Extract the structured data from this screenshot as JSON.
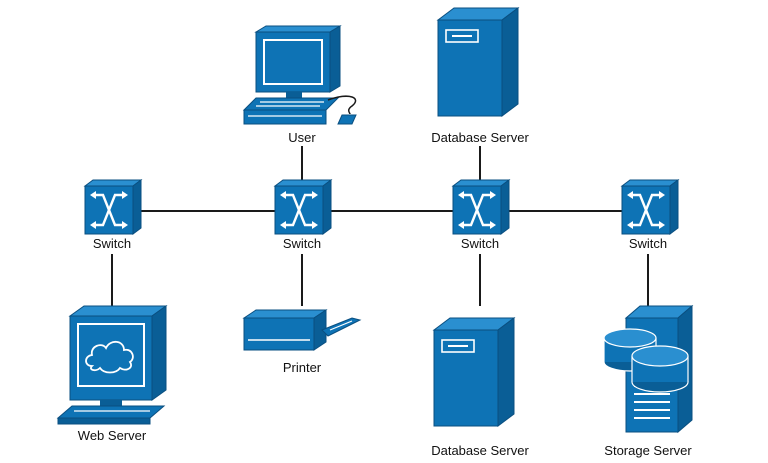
{
  "colors": {
    "device_fill": "#0e73b5",
    "device_edge": "#0a4f80",
    "line": "#1a1a1a"
  },
  "nodes": {
    "user": {
      "label": "User",
      "icon": "desktop-computer-icon"
    },
    "db_top": {
      "label": "Database Server",
      "icon": "server-tower-icon"
    },
    "switch_1": {
      "label": "Switch",
      "icon": "network-switch-icon"
    },
    "switch_2": {
      "label": "Switch",
      "icon": "network-switch-icon"
    },
    "switch_3": {
      "label": "Switch",
      "icon": "network-switch-icon"
    },
    "switch_4": {
      "label": "Switch",
      "icon": "network-switch-icon"
    },
    "web_server": {
      "label": "Web Server",
      "icon": "web-server-monitor-icon"
    },
    "printer": {
      "label": "Printer",
      "icon": "printer-icon"
    },
    "db_bottom": {
      "label": "Database Server",
      "icon": "server-tower-icon"
    },
    "storage": {
      "label": "Storage Server",
      "icon": "storage-server-icon"
    }
  },
  "links": [
    [
      "switch_1",
      "switch_2"
    ],
    [
      "switch_2",
      "switch_3"
    ],
    [
      "switch_3",
      "switch_4"
    ],
    [
      "user",
      "switch_2"
    ],
    [
      "db_top",
      "switch_3"
    ],
    [
      "switch_1",
      "web_server"
    ],
    [
      "switch_2",
      "printer"
    ],
    [
      "switch_3",
      "db_bottom"
    ],
    [
      "switch_4",
      "storage"
    ]
  ]
}
